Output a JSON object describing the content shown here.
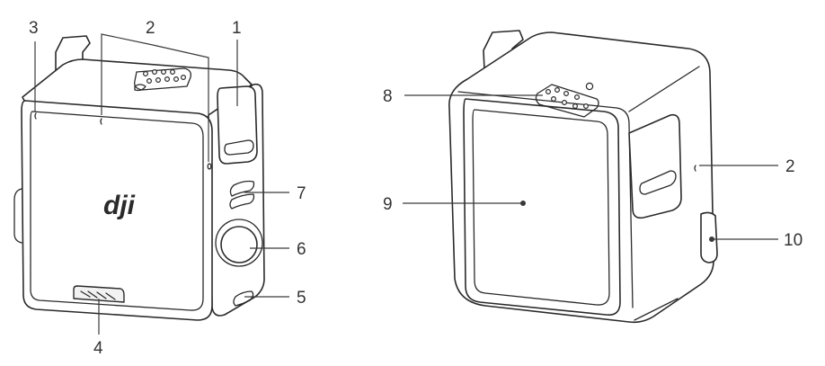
{
  "diagram": {
    "left_device": {
      "logo_text": "dji",
      "callouts": [
        {
          "id": "callout-1",
          "number": "1"
        },
        {
          "id": "callout-2",
          "number": "2"
        },
        {
          "id": "callout-3",
          "number": "3"
        },
        {
          "id": "callout-4",
          "number": "4"
        },
        {
          "id": "callout-5",
          "number": "5"
        },
        {
          "id": "callout-6",
          "number": "6"
        },
        {
          "id": "callout-7",
          "number": "7"
        }
      ]
    },
    "right_device": {
      "callouts": [
        {
          "id": "callout-8",
          "number": "8"
        },
        {
          "id": "callout-2b",
          "number": "2"
        },
        {
          "id": "callout-9",
          "number": "9"
        },
        {
          "id": "callout-10",
          "number": "10"
        }
      ]
    }
  },
  "colors": {
    "outline": "#2a2a2a",
    "leader_line": "#3a3a3a",
    "label_text": "#333333",
    "background": "#ffffff"
  }
}
